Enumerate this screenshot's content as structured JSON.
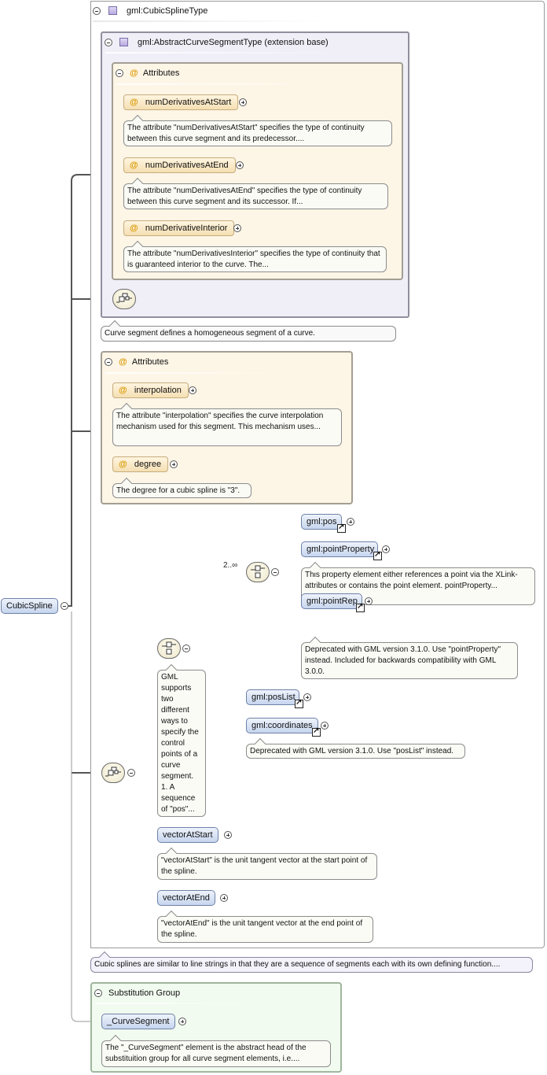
{
  "root_element": {
    "label": "CubicSpline"
  },
  "complex_type": {
    "label": "gml:CubicSplineType"
  },
  "extension": {
    "label": "gml:AbstractCurveSegmentType (extension base)",
    "attributes_label": "Attributes",
    "attributes": [
      {
        "name": "numDerivativesAtStart",
        "doc": "The attribute \"numDerivativesAtStart\" specifies the type of continuity between this curve segment and its predecessor...."
      },
      {
        "name": "numDerivativesAtEnd",
        "doc": "The attribute \"numDerivativesAtEnd\" specifies the type of continuity between this curve segment and its successor. If..."
      },
      {
        "name": "numDerivativeInterior",
        "doc": "The attribute \"numDerivativesInterior\" specifies the type of continuity that is guaranteed interior to the curve. The..."
      }
    ],
    "doc": "Curve segment defines a homogeneous segment of a curve."
  },
  "local_attributes": {
    "label": "Attributes",
    "items": [
      {
        "name": "interpolation",
        "doc": "The attribute \"interpolation\" specifies the curve interpolation mechanism used for this segment. This mechanism uses..."
      },
      {
        "name": "degree",
        "doc": "The degree for a cubic spline is \"3\"."
      }
    ]
  },
  "sequence": {
    "choice_doc": "GML supports two different ways to specify the control points of a curve segment. 1. A sequence of \"pos\"...",
    "inner_choice_multiplicity": "2..∞",
    "inner_elements": [
      {
        "name": "gml:pos",
        "doc": ""
      },
      {
        "name": "gml:pointProperty",
        "doc": "This property element either references a point via the XLink-attributes or contains the point element. pointProperty..."
      },
      {
        "name": "gml:pointRep",
        "doc": "Deprecated with GML version 3.1.0. Use \"pointProperty\" instead. Included for backwards compatibility with GML 3.0.0."
      }
    ],
    "choice_elements": [
      {
        "name": "gml:posList",
        "doc": ""
      },
      {
        "name": "gml:coordinates",
        "doc": "Deprecated with GML version 3.1.0. Use \"posList\" instead."
      }
    ],
    "elements": [
      {
        "name": "vectorAtStart",
        "doc": "\"vectorAtStart\" is the unit tangent vector at the start point of the spline."
      },
      {
        "name": "vectorAtEnd",
        "doc": "\"vectorAtEnd\" is the unit tangent vector at the end point of the spline."
      }
    ]
  },
  "type_doc": "Cubic splines are similar to line strings in that they are a sequence of segments each with its own defining function....",
  "substitution_group": {
    "label": "Substitution Group",
    "element": "_CurveSegment",
    "doc": "The \"_CurveSegment\" element is the abstract head of the substituition group for all curve segment elements, i.e...."
  },
  "colors": {
    "element_fill": "#c6d5ee",
    "attribute_fill": "#f5dfb3",
    "extension_fill": "#f0eff8",
    "substitution_fill": "#f1fbef"
  }
}
